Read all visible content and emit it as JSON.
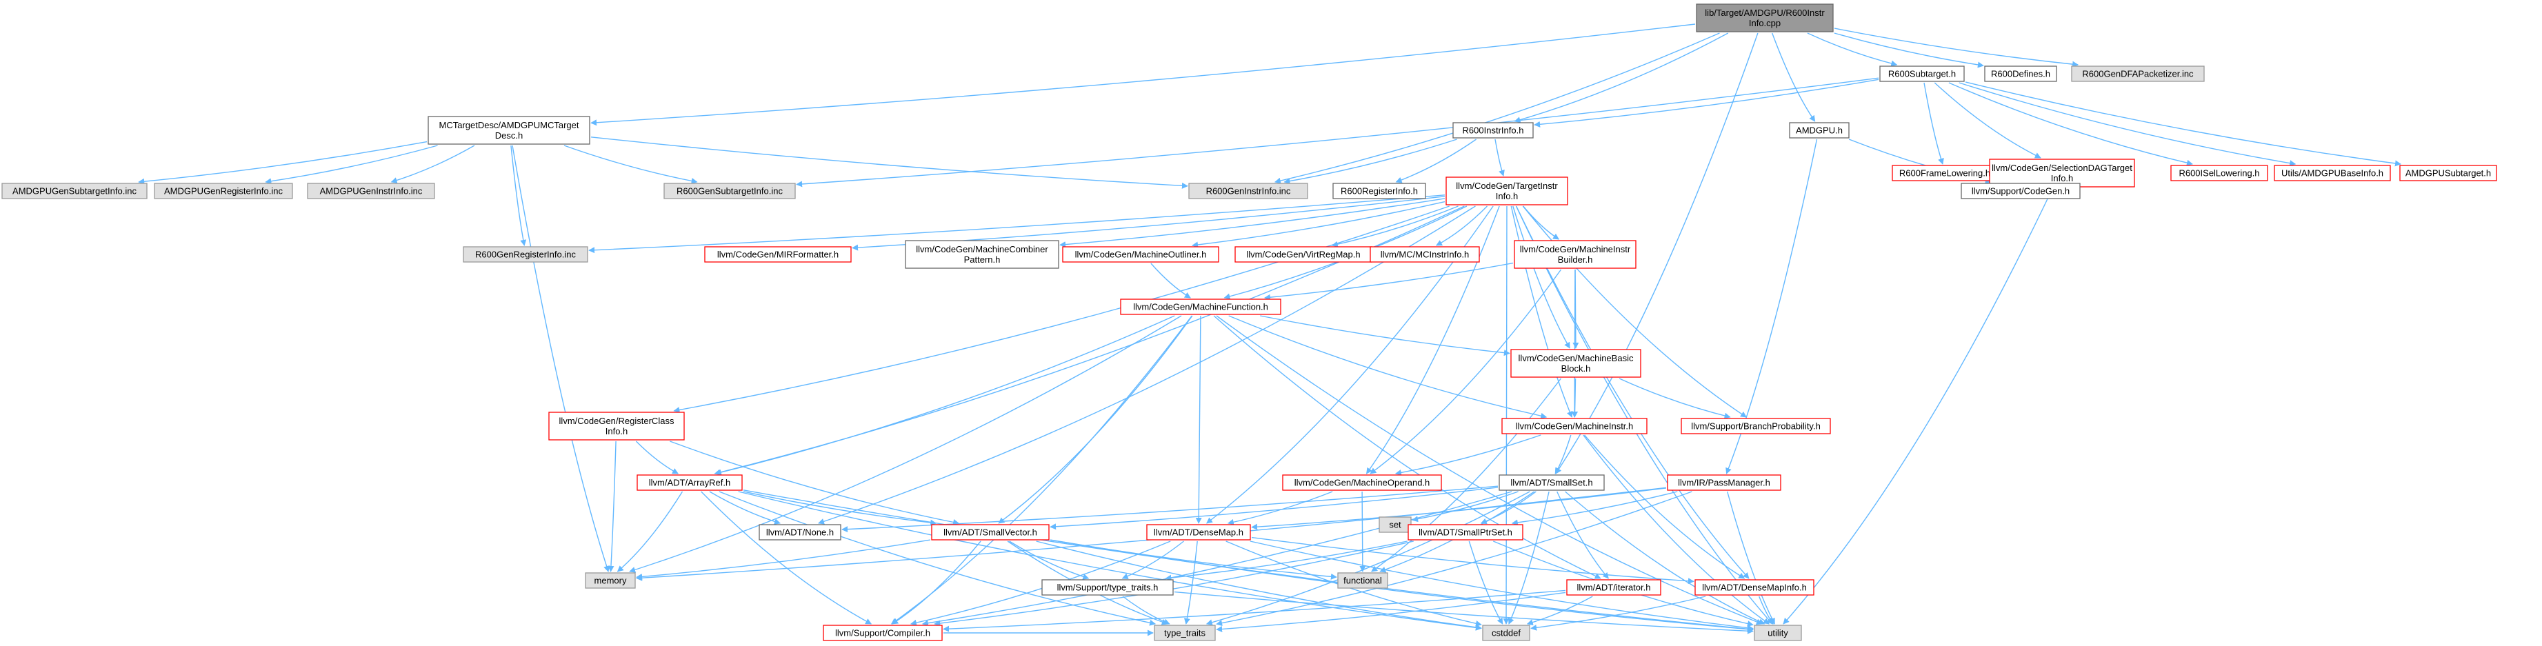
{
  "diagram": {
    "style": {
      "node_fill": "#ffffff",
      "node_border": "#666666",
      "root_fill": "#999999",
      "root_border": "#666666",
      "red_border": "#ff0000",
      "gray_fill": "#e0e0e0",
      "gray_border": "#999999",
      "edge_color": "#63b8ff"
    },
    "nodes": [
      {
        "id": "root",
        "lines": [
          "lib/Target/AMDGPU/R600Instr",
          "Info.cpp"
        ],
        "kind": "root"
      },
      {
        "id": "mcdesc",
        "lines": [
          "MCTargetDesc/AMDGPUMCTarget",
          "Desc.h"
        ],
        "kind": "plain"
      },
      {
        "id": "r600subtarget",
        "lines": [
          "R600Subtarget.h"
        ],
        "kind": "plain"
      },
      {
        "id": "r600defines",
        "lines": [
          "R600Defines.h"
        ],
        "kind": "plain"
      },
      {
        "id": "r600gendfa",
        "lines": [
          "R600GenDFAPacketizer.inc"
        ],
        "kind": "gray"
      },
      {
        "id": "r600instrinfo",
        "lines": [
          "R600InstrInfo.h"
        ],
        "kind": "plain"
      },
      {
        "id": "amdgpuh",
        "lines": [
          "AMDGPU.h"
        ],
        "kind": "plain"
      },
      {
        "id": "r600framelow",
        "lines": [
          "R600FrameLowering.h"
        ],
        "kind": "red"
      },
      {
        "id": "seldag",
        "lines": [
          "llvm/CodeGen/SelectionDAGTarget",
          "Info.h"
        ],
        "kind": "red"
      },
      {
        "id": "r600isel",
        "lines": [
          "R600ISelLowering.h"
        ],
        "kind": "red"
      },
      {
        "id": "utilsbase",
        "lines": [
          "Utils/AMDGPUBaseInfo.h"
        ],
        "kind": "red"
      },
      {
        "id": "amdgpusub",
        "lines": [
          "AMDGPUSubtarget.h"
        ],
        "kind": "red"
      },
      {
        "id": "amdsubinfo",
        "lines": [
          "AMDGPUGenSubtargetInfo.inc"
        ],
        "kind": "gray"
      },
      {
        "id": "amdreginfo",
        "lines": [
          "AMDGPUGenRegisterInfo.inc"
        ],
        "kind": "gray"
      },
      {
        "id": "amdinstrinfo",
        "lines": [
          "AMDGPUGenInstrInfo.inc"
        ],
        "kind": "gray"
      },
      {
        "id": "r600gensub",
        "lines": [
          "R600GenSubtargetInfo.inc"
        ],
        "kind": "gray"
      },
      {
        "id": "r600geninstr",
        "lines": [
          "R600GenInstrInfo.inc"
        ],
        "kind": "gray"
      },
      {
        "id": "r600reginfoh",
        "lines": [
          "R600RegisterInfo.h"
        ],
        "kind": "plain"
      },
      {
        "id": "tii",
        "lines": [
          "llvm/CodeGen/TargetInstr",
          "Info.h"
        ],
        "kind": "red"
      },
      {
        "id": "supportcodegen",
        "lines": [
          "llvm/Support/CodeGen.h"
        ],
        "kind": "plain"
      },
      {
        "id": "r600genreg",
        "lines": [
          "R600GenRegisterInfo.inc"
        ],
        "kind": "gray"
      },
      {
        "id": "mirformatter",
        "lines": [
          "llvm/CodeGen/MIRFormatter.h"
        ],
        "kind": "red"
      },
      {
        "id": "mcombiner",
        "lines": [
          "llvm/CodeGen/MachineCombiner",
          "Pattern.h"
        ],
        "kind": "plain"
      },
      {
        "id": "moutliner",
        "lines": [
          "llvm/CodeGen/MachineOutliner.h"
        ],
        "kind": "red"
      },
      {
        "id": "virtregmap",
        "lines": [
          "llvm/CodeGen/VirtRegMap.h"
        ],
        "kind": "red"
      },
      {
        "id": "mcinstrinfo",
        "lines": [
          "llvm/MC/MCInstrInfo.h"
        ],
        "kind": "red"
      },
      {
        "id": "mibuilder",
        "lines": [
          "llvm/CodeGen/MachineInstr",
          "Builder.h"
        ],
        "kind": "red"
      },
      {
        "id": "mfunction",
        "lines": [
          "llvm/CodeGen/MachineFunction.h"
        ],
        "kind": "red"
      },
      {
        "id": "mbb",
        "lines": [
          "llvm/CodeGen/MachineBasic",
          "Block.h"
        ],
        "kind": "red"
      },
      {
        "id": "regclassinfo",
        "lines": [
          "llvm/CodeGen/RegisterClass",
          "Info.h"
        ],
        "kind": "red"
      },
      {
        "id": "minstr",
        "lines": [
          "llvm/CodeGen/MachineInstr.h"
        ],
        "kind": "red"
      },
      {
        "id": "branchprob",
        "lines": [
          "llvm/Support/BranchProbability.h"
        ],
        "kind": "red"
      },
      {
        "id": "arrayref",
        "lines": [
          "llvm/ADT/ArrayRef.h"
        ],
        "kind": "red"
      },
      {
        "id": "moperand",
        "lines": [
          "llvm/CodeGen/MachineOperand.h"
        ],
        "kind": "red"
      },
      {
        "id": "smallset",
        "lines": [
          "llvm/ADT/SmallSet.h"
        ],
        "kind": "plain"
      },
      {
        "id": "passmanager",
        "lines": [
          "llvm/IR/PassManager.h"
        ],
        "kind": "red"
      },
      {
        "id": "none",
        "lines": [
          "llvm/ADT/None.h"
        ],
        "kind": "plain"
      },
      {
        "id": "smallvector",
        "lines": [
          "llvm/ADT/SmallVector.h"
        ],
        "kind": "red"
      },
      {
        "id": "set",
        "lines": [
          "set"
        ],
        "kind": "gray"
      },
      {
        "id": "densemap",
        "lines": [
          "llvm/ADT/DenseMap.h"
        ],
        "kind": "red"
      },
      {
        "id": "smallptrset",
        "lines": [
          "llvm/ADT/SmallPtrSet.h"
        ],
        "kind": "red"
      },
      {
        "id": "memory",
        "lines": [
          "memory"
        ],
        "kind": "gray"
      },
      {
        "id": "functional",
        "lines": [
          "functional"
        ],
        "kind": "gray"
      },
      {
        "id": "typetraitsh",
        "lines": [
          "llvm/Support/type_traits.h"
        ],
        "kind": "plain"
      },
      {
        "id": "iterator",
        "lines": [
          "llvm/ADT/iterator.h"
        ],
        "kind": "red"
      },
      {
        "id": "densemapinfo",
        "lines": [
          "llvm/ADT/DenseMapInfo.h"
        ],
        "kind": "red"
      },
      {
        "id": "compiler",
        "lines": [
          "llvm/Support/Compiler.h"
        ],
        "kind": "red"
      },
      {
        "id": "type_traits",
        "lines": [
          "type_traits"
        ],
        "kind": "gray"
      },
      {
        "id": "cstddef",
        "lines": [
          "cstddef"
        ],
        "kind": "gray"
      },
      {
        "id": "utility",
        "lines": [
          "utility"
        ],
        "kind": "gray"
      }
    ],
    "edges": [
      [
        "root",
        "mcdesc"
      ],
      [
        "root",
        "r600subtarget"
      ],
      [
        "root",
        "r600defines"
      ],
      [
        "root",
        "r600gendfa"
      ],
      [
        "root",
        "r600instrinfo"
      ],
      [
        "root",
        "amdgpuh"
      ],
      [
        "root",
        "r600geninstr"
      ],
      [
        "root",
        "smallset"
      ],
      [
        "mcdesc",
        "amdsubinfo"
      ],
      [
        "mcdesc",
        "amdreginfo"
      ],
      [
        "mcdesc",
        "amdinstrinfo"
      ],
      [
        "mcdesc",
        "r600gensub"
      ],
      [
        "mcdesc",
        "r600geninstr"
      ],
      [
        "mcdesc",
        "r600genreg"
      ],
      [
        "mcdesc",
        "memory"
      ],
      [
        "r600subtarget",
        "r600instrinfo"
      ],
      [
        "r600subtarget",
        "r600framelow"
      ],
      [
        "r600subtarget",
        "seldag"
      ],
      [
        "r600subtarget",
        "r600isel"
      ],
      [
        "r600subtarget",
        "utilsbase"
      ],
      [
        "r600subtarget",
        "amdgpusub"
      ],
      [
        "r600subtarget",
        "r600gensub"
      ],
      [
        "r600instrinfo",
        "r600reginfoh"
      ],
      [
        "r600instrinfo",
        "tii"
      ],
      [
        "r600instrinfo",
        "r600geninstr"
      ],
      [
        "amdgpuh",
        "supportcodegen"
      ],
      [
        "amdgpuh",
        "passmanager"
      ],
      [
        "seldag",
        "supportcodegen"
      ],
      [
        "seldag",
        "utility"
      ],
      [
        "tii",
        "r600genreg"
      ],
      [
        "tii",
        "mirformatter"
      ],
      [
        "tii",
        "mcombiner"
      ],
      [
        "tii",
        "moutliner"
      ],
      [
        "tii",
        "virtregmap"
      ],
      [
        "tii",
        "mcinstrinfo"
      ],
      [
        "tii",
        "mibuilder"
      ],
      [
        "tii",
        "mfunction"
      ],
      [
        "tii",
        "mbb"
      ],
      [
        "tii",
        "regclassinfo"
      ],
      [
        "tii",
        "minstr"
      ],
      [
        "tii",
        "branchprob"
      ],
      [
        "tii",
        "arrayref"
      ],
      [
        "tii",
        "moperand"
      ],
      [
        "tii",
        "none"
      ],
      [
        "tii",
        "densemap"
      ],
      [
        "tii",
        "densemapinfo"
      ],
      [
        "tii",
        "cstddef"
      ],
      [
        "tii",
        "utility"
      ],
      [
        "moutliner",
        "mfunction"
      ],
      [
        "mibuilder",
        "mfunction"
      ],
      [
        "mibuilder",
        "mbb"
      ],
      [
        "mibuilder",
        "minstr"
      ],
      [
        "mibuilder",
        "moperand"
      ],
      [
        "mfunction",
        "mbb"
      ],
      [
        "mfunction",
        "minstr"
      ],
      [
        "mfunction",
        "arrayref"
      ],
      [
        "mfunction",
        "smallvector"
      ],
      [
        "mfunction",
        "densemap"
      ],
      [
        "mfunction",
        "memory"
      ],
      [
        "mfunction",
        "compiler"
      ],
      [
        "mfunction",
        "iterator"
      ],
      [
        "mfunction",
        "utility"
      ],
      [
        "mbb",
        "minstr"
      ],
      [
        "mbb",
        "branchprob"
      ],
      [
        "mbb",
        "functional"
      ],
      [
        "regclassinfo",
        "arrayref"
      ],
      [
        "regclassinfo",
        "smallvector"
      ],
      [
        "regclassinfo",
        "memory"
      ],
      [
        "minstr",
        "moperand"
      ],
      [
        "minstr",
        "smallset"
      ],
      [
        "minstr",
        "densemapinfo"
      ],
      [
        "minstr",
        "utility"
      ],
      [
        "arrayref",
        "none"
      ],
      [
        "arrayref",
        "smallvector"
      ],
      [
        "arrayref",
        "memory"
      ],
      [
        "arrayref",
        "compiler"
      ],
      [
        "arrayref",
        "type_traits"
      ],
      [
        "arrayref",
        "cstddef"
      ],
      [
        "arrayref",
        "utility"
      ],
      [
        "moperand",
        "densemap"
      ],
      [
        "moperand",
        "functional"
      ],
      [
        "smallset",
        "none"
      ],
      [
        "smallset",
        "smallvector"
      ],
      [
        "smallset",
        "set"
      ],
      [
        "smallset",
        "smallptrset"
      ],
      [
        "smallset",
        "functional"
      ],
      [
        "smallset",
        "iterator"
      ],
      [
        "smallset",
        "compiler"
      ],
      [
        "smallset",
        "type_traits"
      ],
      [
        "smallset",
        "cstddef"
      ],
      [
        "smallset",
        "utility"
      ],
      [
        "passmanager",
        "densemap"
      ],
      [
        "passmanager",
        "smallptrset"
      ],
      [
        "passmanager",
        "type_traits"
      ],
      [
        "passmanager",
        "utility"
      ],
      [
        "passmanager",
        "memory"
      ],
      [
        "smallvector",
        "memory"
      ],
      [
        "smallvector",
        "typetraitsh"
      ],
      [
        "smallvector",
        "compiler"
      ],
      [
        "smallvector",
        "type_traits"
      ],
      [
        "smallvector",
        "cstddef"
      ],
      [
        "smallvector",
        "utility"
      ],
      [
        "smallvector",
        "functional"
      ],
      [
        "densemap",
        "typetraitsh"
      ],
      [
        "densemap",
        "densemapinfo"
      ],
      [
        "densemap",
        "compiler"
      ],
      [
        "densemap",
        "type_traits"
      ],
      [
        "densemap",
        "cstddef"
      ],
      [
        "densemap",
        "utility"
      ],
      [
        "smallptrset",
        "typetraitsh"
      ],
      [
        "smallptrset",
        "compiler"
      ],
      [
        "smallptrset",
        "cstddef"
      ],
      [
        "smallptrset",
        "utility"
      ],
      [
        "typetraitsh",
        "type_traits"
      ],
      [
        "typetraitsh",
        "utility"
      ],
      [
        "iterator",
        "compiler"
      ],
      [
        "iterator",
        "cstddef"
      ],
      [
        "iterator",
        "type_traits"
      ],
      [
        "densemapinfo",
        "cstddef"
      ],
      [
        "densemapinfo",
        "utility"
      ],
      [
        "compiler",
        "type_traits"
      ]
    ]
  }
}
